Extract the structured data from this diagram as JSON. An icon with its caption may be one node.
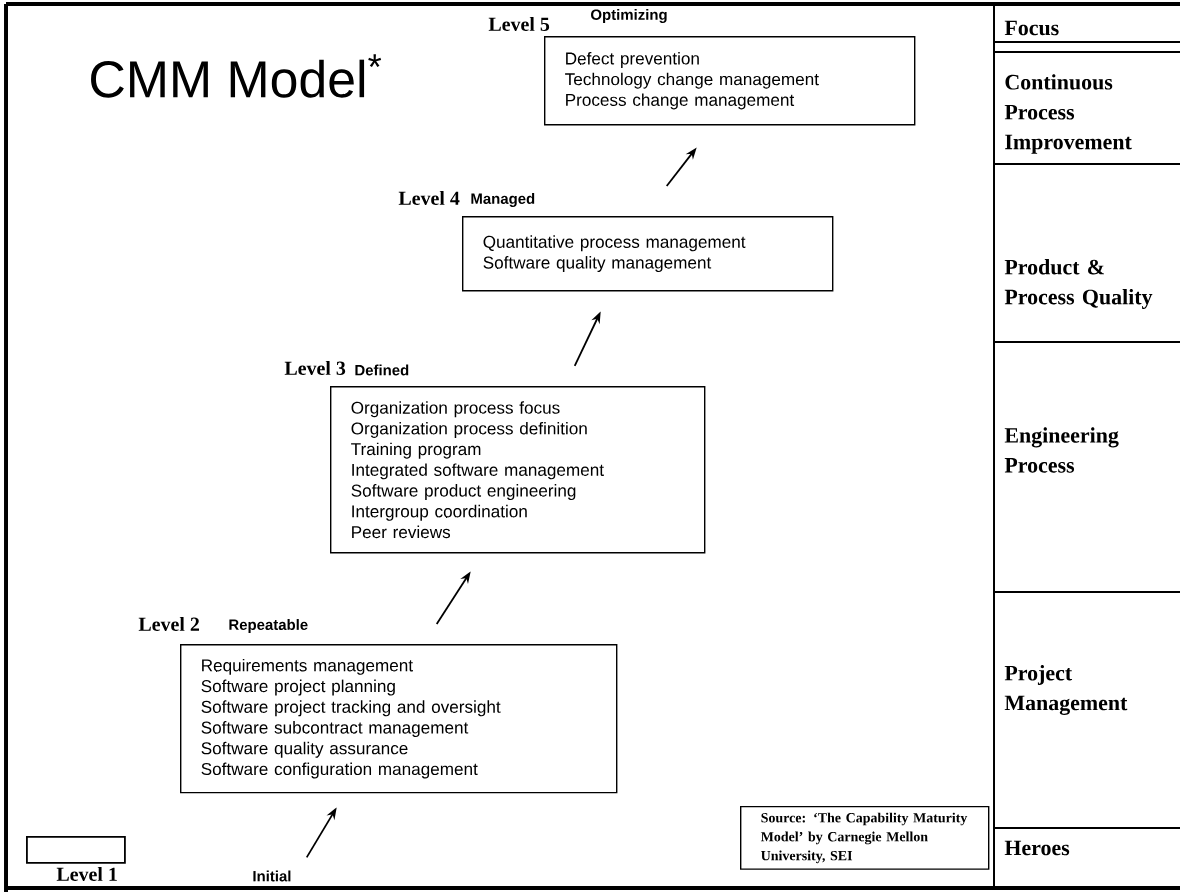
{
  "diagram": {
    "title": "CMM Model$^{*}$",
    "nodes": [
      {
        "text": [
          "Defect prevention",
          "Technology change management",
          "Process change management"
        ],
        "beside": [
          "Level 5",
          "Optimizing"
        ]
      },
      {
        "text": [
          "Quantitative process management",
          "Software quality management"
        ],
        "beside": [
          "Level 4",
          "Managed"
        ]
      },
      {
        "text": [
          "Organization process focus",
          "Organization process definition",
          "Training program",
          "Integrated software management",
          "Software product engineering",
          "Intergroup coordination",
          "Peer reviews"
        ],
        "beside": [
          "Level 3",
          "Defined"
        ]
      },
      {
        "text": [
          "Requirements management",
          "Software project planning",
          "Software project tracking and oversight",
          "Software subcontract management",
          "Software quality assurance",
          "Software configuration management"
        ],
        "beside": [
          "Level 2",
          "Repeatable"
        ]
      },
      {
        "text": [
          "Source: ‘The Capability Maturity Model’ by Carnegie Mellon University, SEI"
        ]
      },
      {
        "text": [],
        "shape": "box",
        "beside": [
          "Level 1"
        ]
      }
    ],
    "edges": [
      {
        "from": null,
        "to": 3,
        "arrow": "to"
      },
      {
        "from": 3,
        "to": 2,
        "arrow": "to"
      },
      {
        "from": 2,
        "to": 1,
        "arrow": "to"
      },
      {
        "from": 1,
        "to": 0,
        "arrow": "to"
      }
    ],
    "labels": [
      "Focus",
      "Continuous Process Improvement",
      "Product & Process Quality",
      "Engineering Process",
      "Project Management",
      "Heroes",
      "Initial"
    ]
  }
}
